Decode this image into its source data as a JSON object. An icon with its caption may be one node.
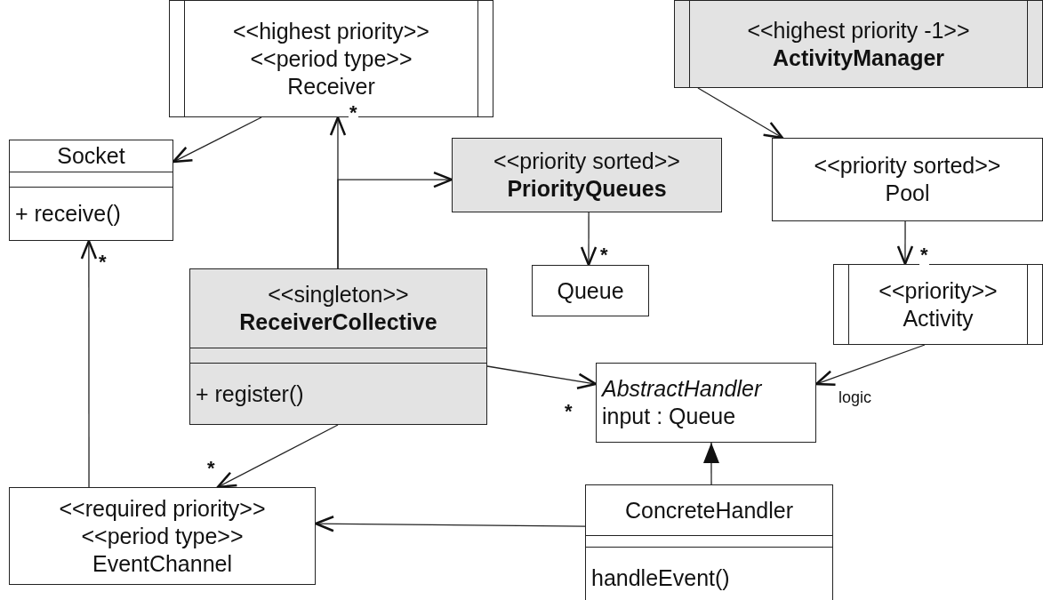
{
  "diagram": {
    "nodes": [
      {
        "text": [
          "<<highest priority>>",
          "<<period type>>",
          "Receiver"
        ]
      },
      {
        "text": [
          "<<highest priority -1>>",
          "ActivityManager"
        ]
      },
      {
        "text": [
          "Socket",
          "+ receive()"
        ]
      },
      {
        "text": [
          "<<priority sorted>>",
          "PriorityQueues"
        ]
      },
      {
        "text": [
          "<<priority sorted>>",
          "Pool"
        ]
      },
      {
        "text": [
          "Queue"
        ]
      },
      {
        "text": [
          "<<singleton>>",
          "ReceiverCollective",
          "+ register()"
        ]
      },
      {
        "text": [
          "<<priority>>",
          "Activity"
        ]
      },
      {
        "text": [
          "AbstractHandler",
          "input : Queue"
        ]
      },
      {
        "text": [
          "<<required priority>>",
          "<<period type>>",
          "EventChannel"
        ]
      },
      {
        "text": [
          "ConcreteHandler",
          "handleEvent()"
        ]
      }
    ],
    "edges": [
      {
        "from": 0,
        "to": 2,
        "arrow": "to"
      },
      {
        "from": 6,
        "to": 0,
        "arrow": "to",
        "label": "*"
      },
      {
        "from": 6,
        "to": 3,
        "arrow": "to"
      },
      {
        "from": 1,
        "to": 4,
        "arrow": "to"
      },
      {
        "from": 3,
        "to": 5,
        "arrow": "to",
        "label": "*"
      },
      {
        "from": 4,
        "to": 7,
        "arrow": "to",
        "label": "*"
      },
      {
        "from": 9,
        "to": 2,
        "arrow": "to",
        "label": "*"
      },
      {
        "from": 6,
        "to": 8,
        "arrow": "to",
        "label": "*"
      },
      {
        "from": 7,
        "to": 8,
        "arrow": "to",
        "label": "logic"
      },
      {
        "from": 6,
        "to": 9,
        "arrow": "to",
        "label": "*"
      },
      {
        "from": 10,
        "to": 8,
        "arrow": "to"
      },
      {
        "from": 10,
        "to": 9,
        "arrow": "to"
      }
    ]
  }
}
